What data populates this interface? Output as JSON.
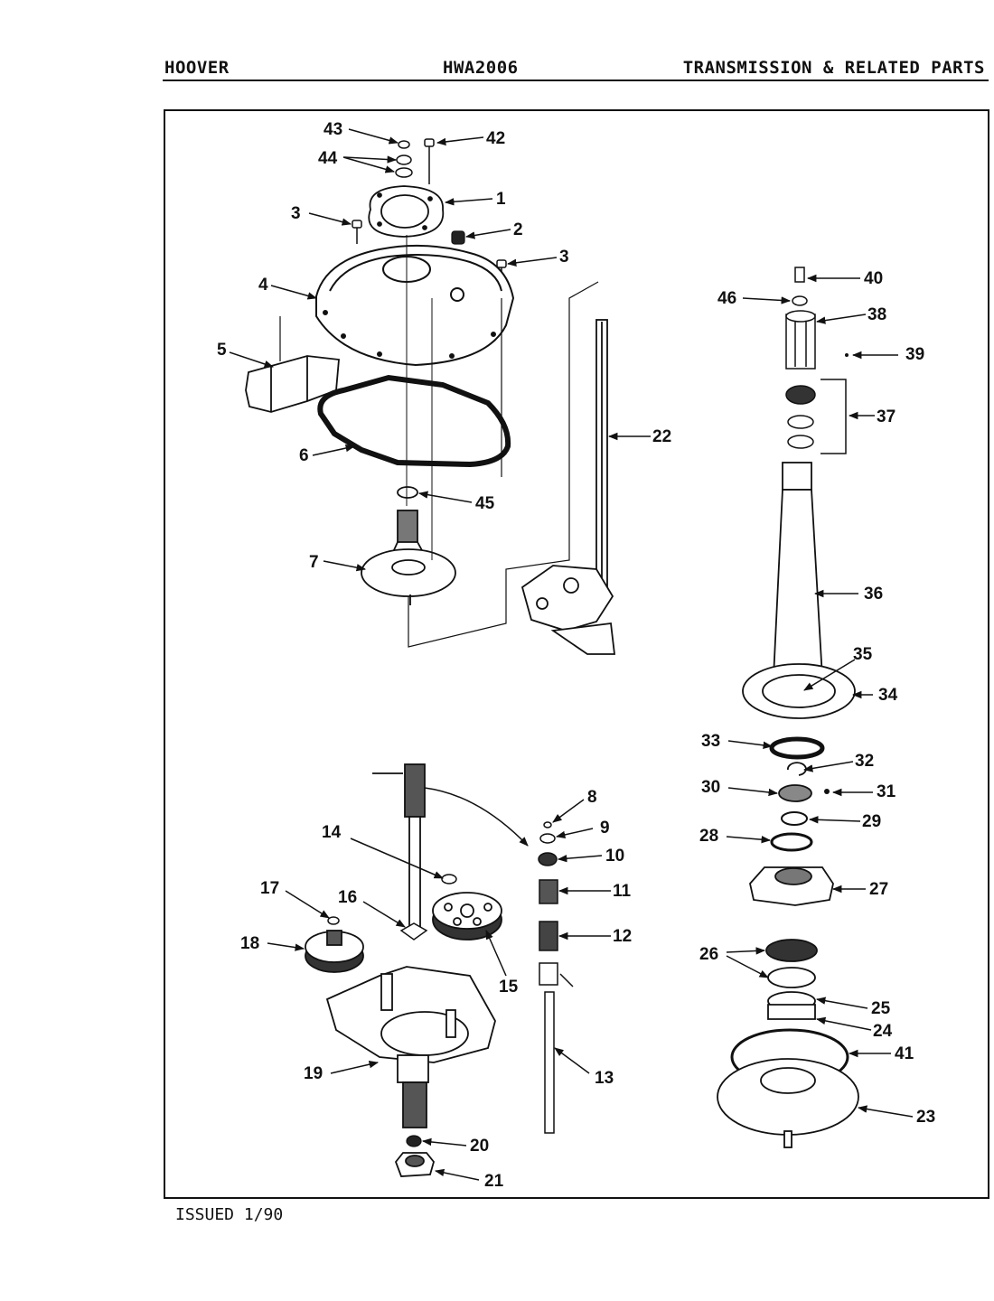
{
  "header": {
    "brand": "HOOVER",
    "model": "HWA2006",
    "section": "TRANSMISSION & RELATED PARTS"
  },
  "footer": {
    "issued": "ISSUED 1/90"
  },
  "callouts": {
    "c1": "1",
    "c2": "2",
    "c3a": "3",
    "c3b": "3",
    "c4": "4",
    "c5": "5",
    "c6": "6",
    "c7": "7",
    "c8": "8",
    "c9": "9",
    "c10": "10",
    "c11": "11",
    "c12": "12",
    "c13": "13",
    "c14": "14",
    "c15": "15",
    "c16": "16",
    "c17": "17",
    "c18": "18",
    "c19": "19",
    "c20": "20",
    "c21": "21",
    "c22": "22",
    "c23": "23",
    "c24": "24",
    "c25": "25",
    "c26": "26",
    "c27": "27",
    "c28": "28",
    "c29": "29",
    "c30": "30",
    "c31": "31",
    "c32": "32",
    "c33": "33",
    "c34": "34",
    "c35": "35",
    "c36": "36",
    "c37": "37",
    "c38": "38",
    "c39": "39",
    "c40": "40",
    "c41": "41",
    "c42": "42",
    "c43": "43",
    "c44": "44",
    "c45": "45",
    "c46": "46"
  }
}
